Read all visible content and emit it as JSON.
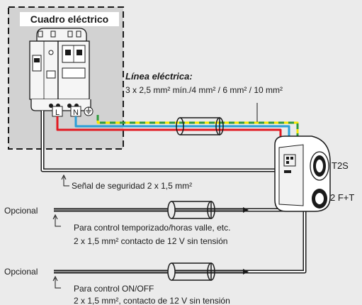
{
  "panel": {
    "title": "Cuadro eléctrico",
    "terminal_labels": [
      "L",
      "N",
      "⏚"
    ]
  },
  "line": {
    "title": "Línea eléctrica:",
    "spec": "3 x 2,5 mm² mín./4 mm² / 6 mm² / 10 mm²"
  },
  "safety_signal": "Señal de seguridad 2 x 1,5 mm²",
  "charger": {
    "model": "T2S",
    "socket": "2 F+T"
  },
  "optional_1": {
    "label": "Opcional",
    "desc_line1": "Para control temporizado/horas valle, etc.",
    "desc_line2": "2 x 1,5 mm² contacto de 12 V sin tensión"
  },
  "optional_2": {
    "label": "Opcional",
    "desc_line1": "Para control ON/OFF",
    "desc_line2": "2 x 1,5 mm², contacto de 12 V sin tensión"
  },
  "colors": {
    "background": "#ebebeb",
    "phase": "#e11a22",
    "neutral": "#2a9fd8",
    "earth_yellow": "#f3e600",
    "earth_green": "#2e9a3c",
    "cable": "#1a1a1a"
  }
}
